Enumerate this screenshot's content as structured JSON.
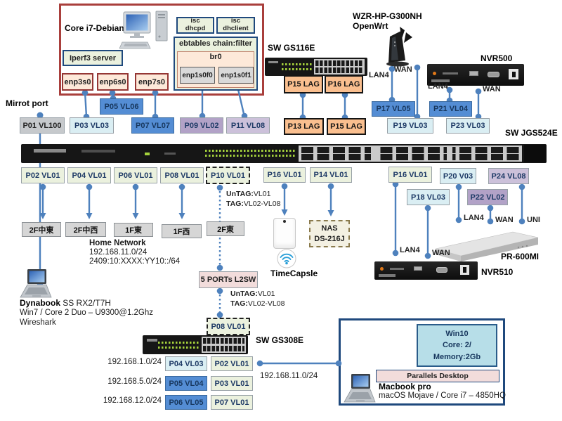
{
  "debian": {
    "title": "Core i7-Debian10",
    "iperf": "Iperf3 server",
    "isc_top": "isc",
    "dhcpd": "dhcpd",
    "dhclient": "dhclient",
    "ebtables": "ebtables  chain:filter",
    "br0": "br0",
    "enp1s0f0": "enp1s0f0",
    "enp1s0f1": "enp1s0f1",
    "enp3s0": "enp3s0",
    "enp6s0": "enp6s0",
    "enp7s0": "enp7s0"
  },
  "labels": {
    "mirror_port": "Mirrot port",
    "sw_gs116e": "SW GS116E",
    "wzr_name": "WZR-HP-G300NH",
    "wzr_os": "OpenWrt",
    "nvr500": "NVR500",
    "sw_jgs524e": "SW JGS524E",
    "nvr510": "NVR510",
    "pr600mi": "PR-600MI",
    "timecapsule": "TimeCapsle",
    "nas_line1": "NAS",
    "nas_line2": "DS-216J",
    "l2sw": "5 PORTs L2SW",
    "lan4": "LAN4",
    "wan": "WAN",
    "uni": "UNI",
    "untag_k": "UnTAG:",
    "untag_v": "VL01",
    "tag_k": "TAG:",
    "tag_v": "VL02-VL08"
  },
  "ports": {
    "p01": "P01 VL100",
    "p03": "P03 VL03",
    "p05": "P05 VL06",
    "p07": "P07 VL07",
    "p09": "P09 VL02",
    "p11": "P11 VL08",
    "gs116_p15": "P15 LAG",
    "gs116_p16": "P16 LAG",
    "jgs_p13": "P13 LAG",
    "jgs_p15": "P15 LAG",
    "p17": "P17 VL05",
    "p19": "P19 VL03",
    "p21": "P21 VL04",
    "p23": "P23 VL03",
    "p02": "P02 VL01",
    "p04": "P04 VL01",
    "p06": "P06 VL01",
    "p08": "P08 VL01",
    "p10": "P10 VL01",
    "p16m": "P16 VL01",
    "p14": "P14 VL01",
    "p16r": "P16 VL01",
    "p20": "P20 V03",
    "p24": "P24 VL08",
    "p18": "P18 VL03",
    "p22": "P22 VL02",
    "p08b": "P08 VL01",
    "b04": "P04 VL03",
    "b02": "P02 VL01",
    "b05": "P05 VL04",
    "b03": "P03 VL01",
    "b06": "P06 VL05",
    "b07": "P07 VL01"
  },
  "floors": {
    "f1": "2F中東",
    "f2": "2F中西",
    "f3": "1F東",
    "f4": "1F西",
    "f5": "2F東"
  },
  "home_network": {
    "title": "Home Network",
    "ipv4": "192.168.11.0/24",
    "ipv6": "2409:10:XXXX:YY10::/64"
  },
  "dynabook": {
    "name": "Dynabook",
    "model": "SS RX2/T7H",
    "spec": "Win7 / Core 2 Duo – U9300@1.2Ghz",
    "tool": "Wireshark"
  },
  "gs308e": {
    "name": "SW GS308E",
    "net_1": "192.168.1.0/24",
    "net_5": "192.168.5.0/24",
    "net_12": "192.168.12.0/24",
    "uplink_net": "192.168.11.0/24"
  },
  "macbook": {
    "name": "Macbook pro",
    "spec": "macOS Mojave / Core i7 – 4850HQ",
    "vm1": "Win10",
    "vm2": "Core: 2/",
    "vm3": "Memory:2Gb",
    "vm_app": "Parallels Desktop"
  },
  "colors": {
    "wire_blue": "#4e81bd",
    "frame_red": "#a93f3c",
    "frame_blue": "#1f497d",
    "vlan_blue": "#548dd4",
    "vlan_cyan": "#daeef3",
    "vlan_green": "#ebf1de",
    "vlan_purple": "#b2a2c7",
    "vlan_lilac": "#ccc1da",
    "lag_orange": "#fabf8f"
  }
}
